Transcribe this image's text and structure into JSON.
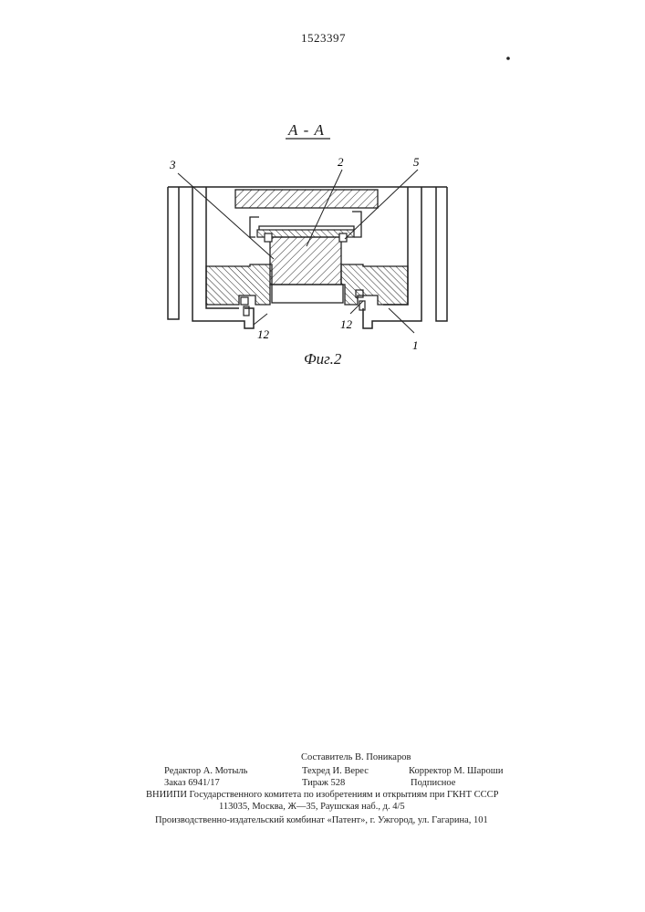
{
  "header": {
    "patent_number": "1523397"
  },
  "figure": {
    "section_label": "А - А",
    "caption": "Фиг.2",
    "part_labels": [
      "3",
      "2",
      "5",
      "12",
      "12",
      "1"
    ]
  },
  "footer": {
    "compiler": "Составитель В. Поникаров",
    "editor": "Редактор А. Мотыль",
    "techred": "Техред И. Верес",
    "corrector": "Корректор М. Шароши",
    "order": "Заказ 6941/17",
    "circulation": "Тираж 528",
    "subscription": "Подписное",
    "org_line": "ВНИИПИ Государственного комитета по изобретениям и открытиям при ГКНТ СССР",
    "address_line": "113035, Москва, Ж—35, Раушская наб., д. 4/5",
    "publisher_line": "Производственно-издательский комбинат «Патент», г. Ужгород, ул. Гагарина, 101"
  }
}
